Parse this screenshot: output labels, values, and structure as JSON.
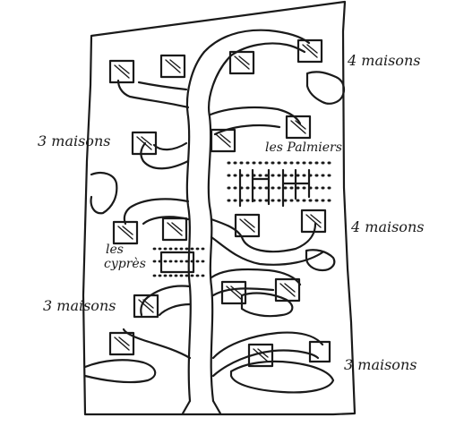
{
  "labels": {
    "top_right": "4 maisons",
    "mid_left": "3 maisons",
    "palmiers": "les Palmiers",
    "mid_right": "4 maisons",
    "cypres_1": "les",
    "cypres_2": "cyprès",
    "low_left": "3 maisons",
    "bottom_right": "3 maisons"
  },
  "colors": {
    "ink": "#1a1a1a",
    "paper": "#ffffff"
  }
}
